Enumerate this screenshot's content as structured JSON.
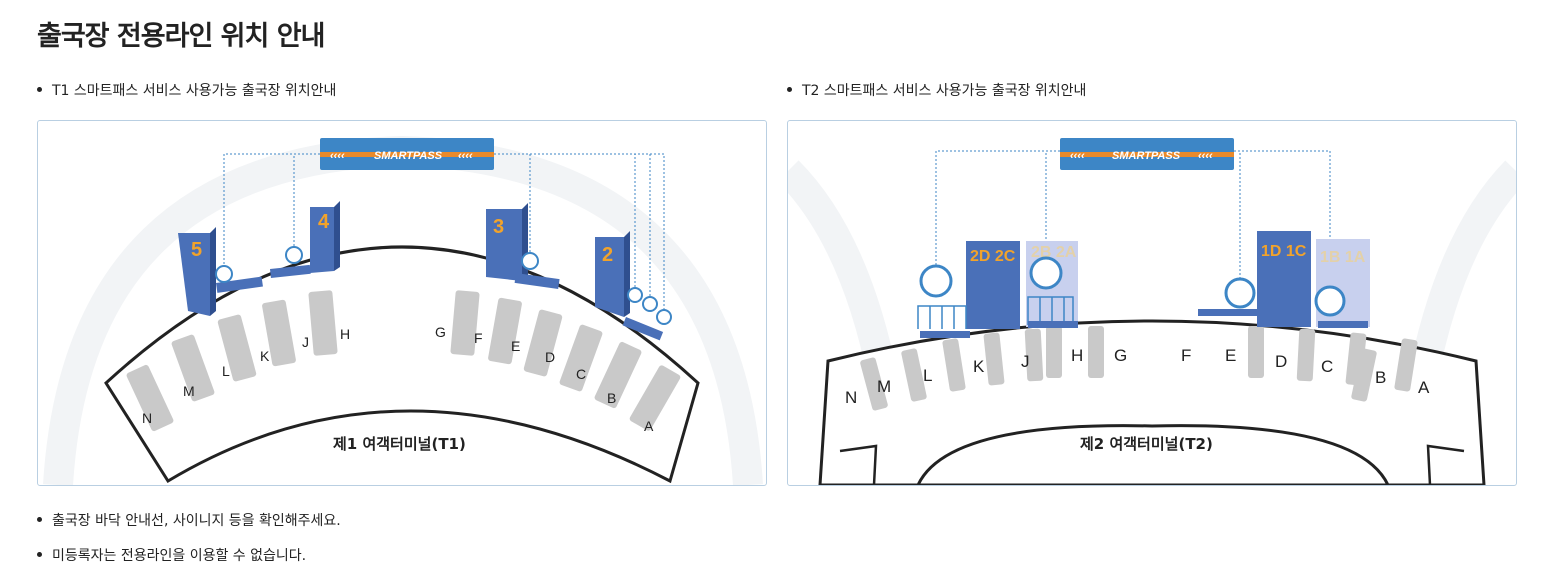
{
  "page_title": "출국장 전용라인 위치 안내",
  "t1": {
    "heading": "T1 스마트패스 서비스 사용가능 출국장 위치안내",
    "banner": "SMARTPASS",
    "terminal_label": "제1 여객터미널(T1)",
    "zones": [
      "N",
      "M",
      "L",
      "K",
      "J",
      "H",
      "G",
      "F",
      "E",
      "D",
      "C",
      "B",
      "A"
    ],
    "departure_numbers": [
      "5",
      "4",
      "3",
      "2"
    ]
  },
  "t2": {
    "heading": "T2 스마트패스 서비스 사용가능 출국장 위치안내",
    "banner": "SMARTPASS",
    "terminal_label": "제2 여객터미널(T2)",
    "zones": [
      "N",
      "M",
      "L",
      "K",
      "J",
      "H",
      "G",
      "F",
      "E",
      "D",
      "C",
      "B",
      "A"
    ],
    "departure_numbers": [
      "2D 2C",
      "2B 2A",
      "1D 1C",
      "1B 1A"
    ]
  },
  "notes": [
    "출국장 바닥 안내선, 사이니지 등을 확인해주세요.",
    "미등록자는 전용라인을 이용할 수 없습니다."
  ],
  "colors": {
    "banner_blue": "#3d86c6",
    "banner_orange": "#e98a2b",
    "pillar_blue": "#4a70b8",
    "pillar_light": "#c8d0ee",
    "number_orange": "#f2a32b",
    "counter_gray": "#c9c9c9",
    "panel_border": "#b9cfe2"
  }
}
